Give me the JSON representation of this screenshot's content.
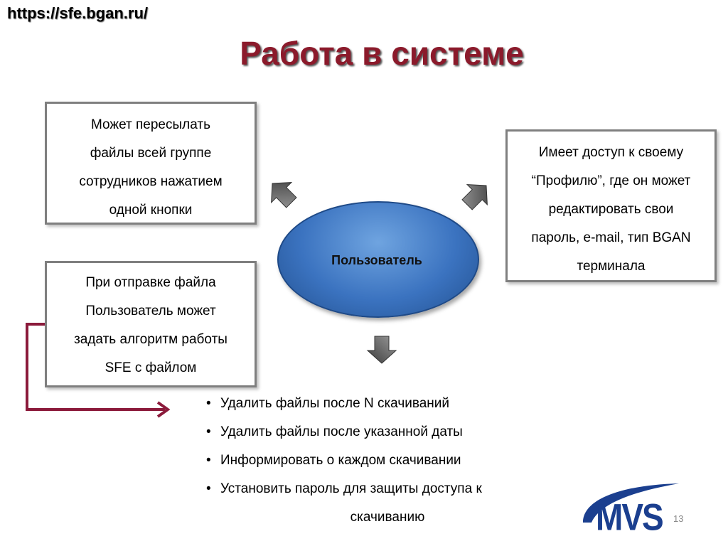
{
  "header": {
    "url": "https://sfe.bgan.ru/",
    "title": "Работа в системе"
  },
  "center": {
    "label": "Пользователь"
  },
  "boxes": {
    "top_left": [
      "Может пересылать",
      "файлы всей группе",
      "сотрудников нажатием",
      "одной кнопки"
    ],
    "mid_left": [
      "При отправке файла",
      "Пользователь может",
      "задать алгоритм работы",
      "SFE с файлом"
    ],
    "right": [
      "Имеет доступ к  своему",
      "“Профилю”, где он может",
      "редактировать свои",
      "пароль, e-mail, тип BGAN",
      "терминала"
    ]
  },
  "bullets": [
    "Удалить файлы после N скачиваний",
    "Удалить файлы после указанной даты",
    "Информировать о каждом скачивании",
    "Установить пароль для защиты доступа к"
  ],
  "bullet_continuation": "скачиванию",
  "footer": {
    "page_number": "13",
    "logo_text": "MVS"
  },
  "colors": {
    "title": "#8b1a2b",
    "ellipse": "#3b73c0",
    "connector": "#8b1a3b",
    "box_border": "#7f7f7f"
  }
}
